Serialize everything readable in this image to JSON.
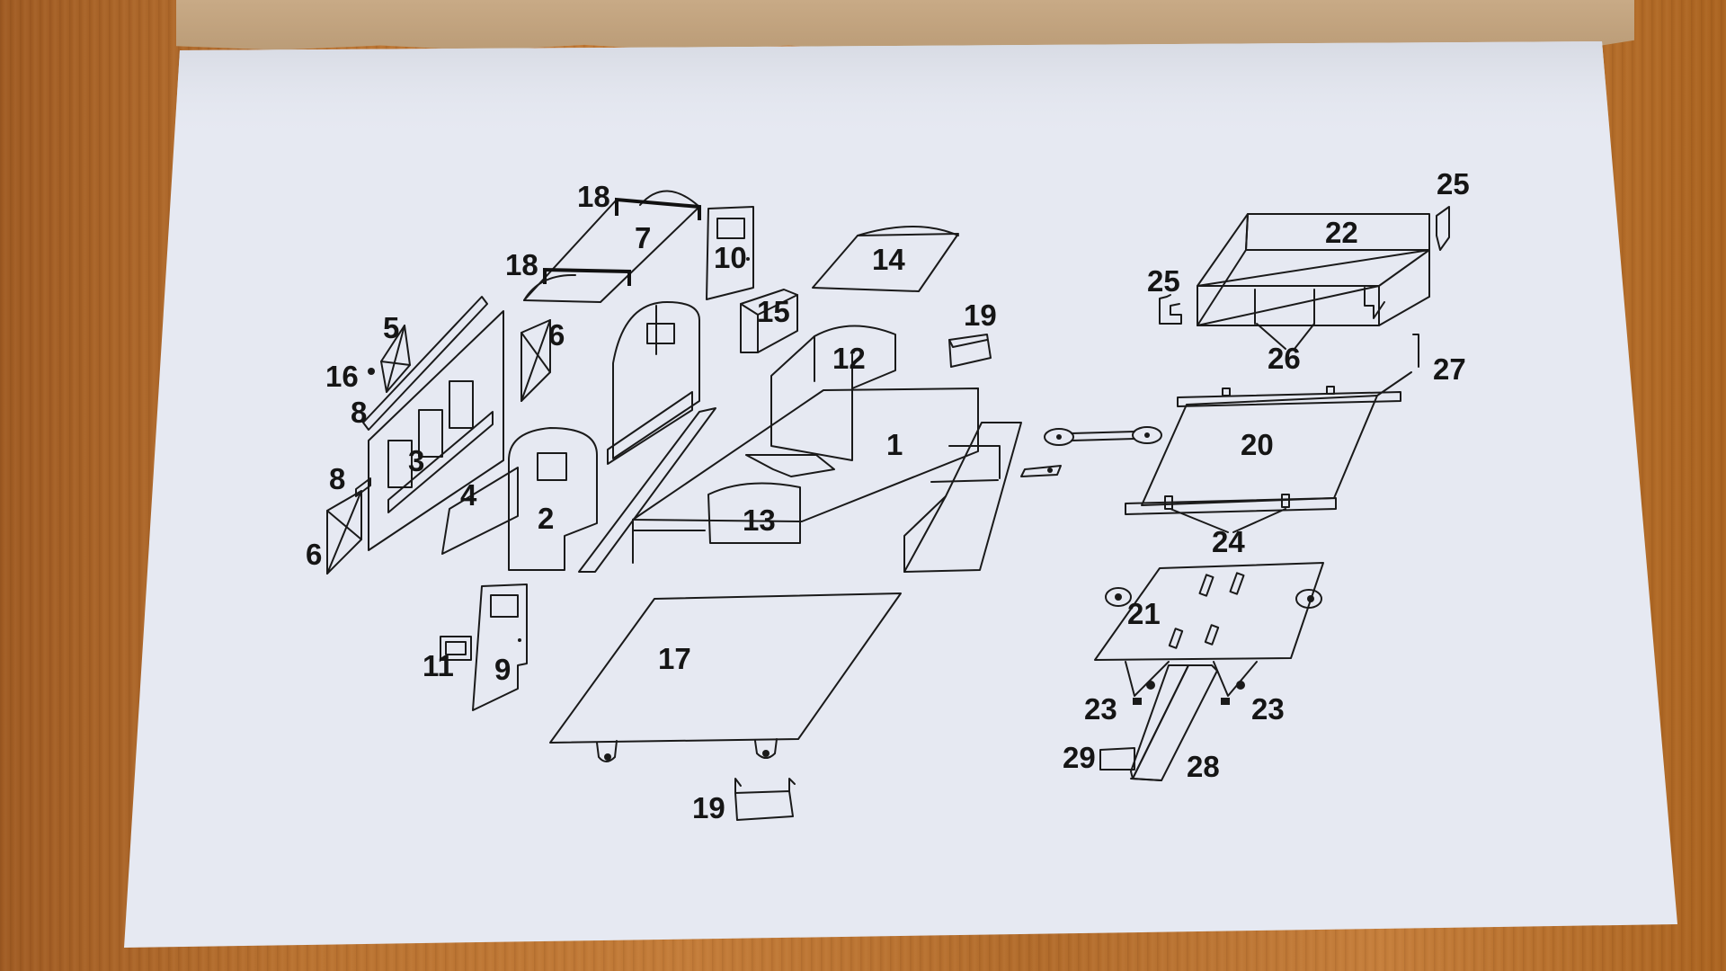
{
  "diagram": {
    "labels": [
      {
        "id": "p1",
        "text": "1"
      },
      {
        "id": "p2",
        "text": "2"
      },
      {
        "id": "p3",
        "text": "3"
      },
      {
        "id": "p4",
        "text": "4"
      },
      {
        "id": "p5",
        "text": "5"
      },
      {
        "id": "p6a",
        "text": "6"
      },
      {
        "id": "p6b",
        "text": "6"
      },
      {
        "id": "p7",
        "text": "7"
      },
      {
        "id": "p8a",
        "text": "8"
      },
      {
        "id": "p8b",
        "text": "8"
      },
      {
        "id": "p9",
        "text": "9"
      },
      {
        "id": "p10",
        "text": "10"
      },
      {
        "id": "p11",
        "text": "11"
      },
      {
        "id": "p12",
        "text": "12"
      },
      {
        "id": "p13",
        "text": "13"
      },
      {
        "id": "p14",
        "text": "14"
      },
      {
        "id": "p15",
        "text": "15"
      },
      {
        "id": "p16",
        "text": "16"
      },
      {
        "id": "p17",
        "text": "17"
      },
      {
        "id": "p18a",
        "text": "18"
      },
      {
        "id": "p18b",
        "text": "18"
      },
      {
        "id": "p19a",
        "text": "19"
      },
      {
        "id": "p19b",
        "text": "19"
      },
      {
        "id": "p20",
        "text": "20"
      },
      {
        "id": "p21",
        "text": "21"
      },
      {
        "id": "p22",
        "text": "22"
      },
      {
        "id": "p23a",
        "text": "23"
      },
      {
        "id": "p23b",
        "text": "23"
      },
      {
        "id": "p24",
        "text": "24"
      },
      {
        "id": "p25a",
        "text": "25"
      },
      {
        "id": "p25b",
        "text": "25"
      },
      {
        "id": "p26",
        "text": "26"
      },
      {
        "id": "p27",
        "text": "27"
      },
      {
        "id": "p28",
        "text": "28"
      },
      {
        "id": "p29",
        "text": "29"
      }
    ]
  }
}
